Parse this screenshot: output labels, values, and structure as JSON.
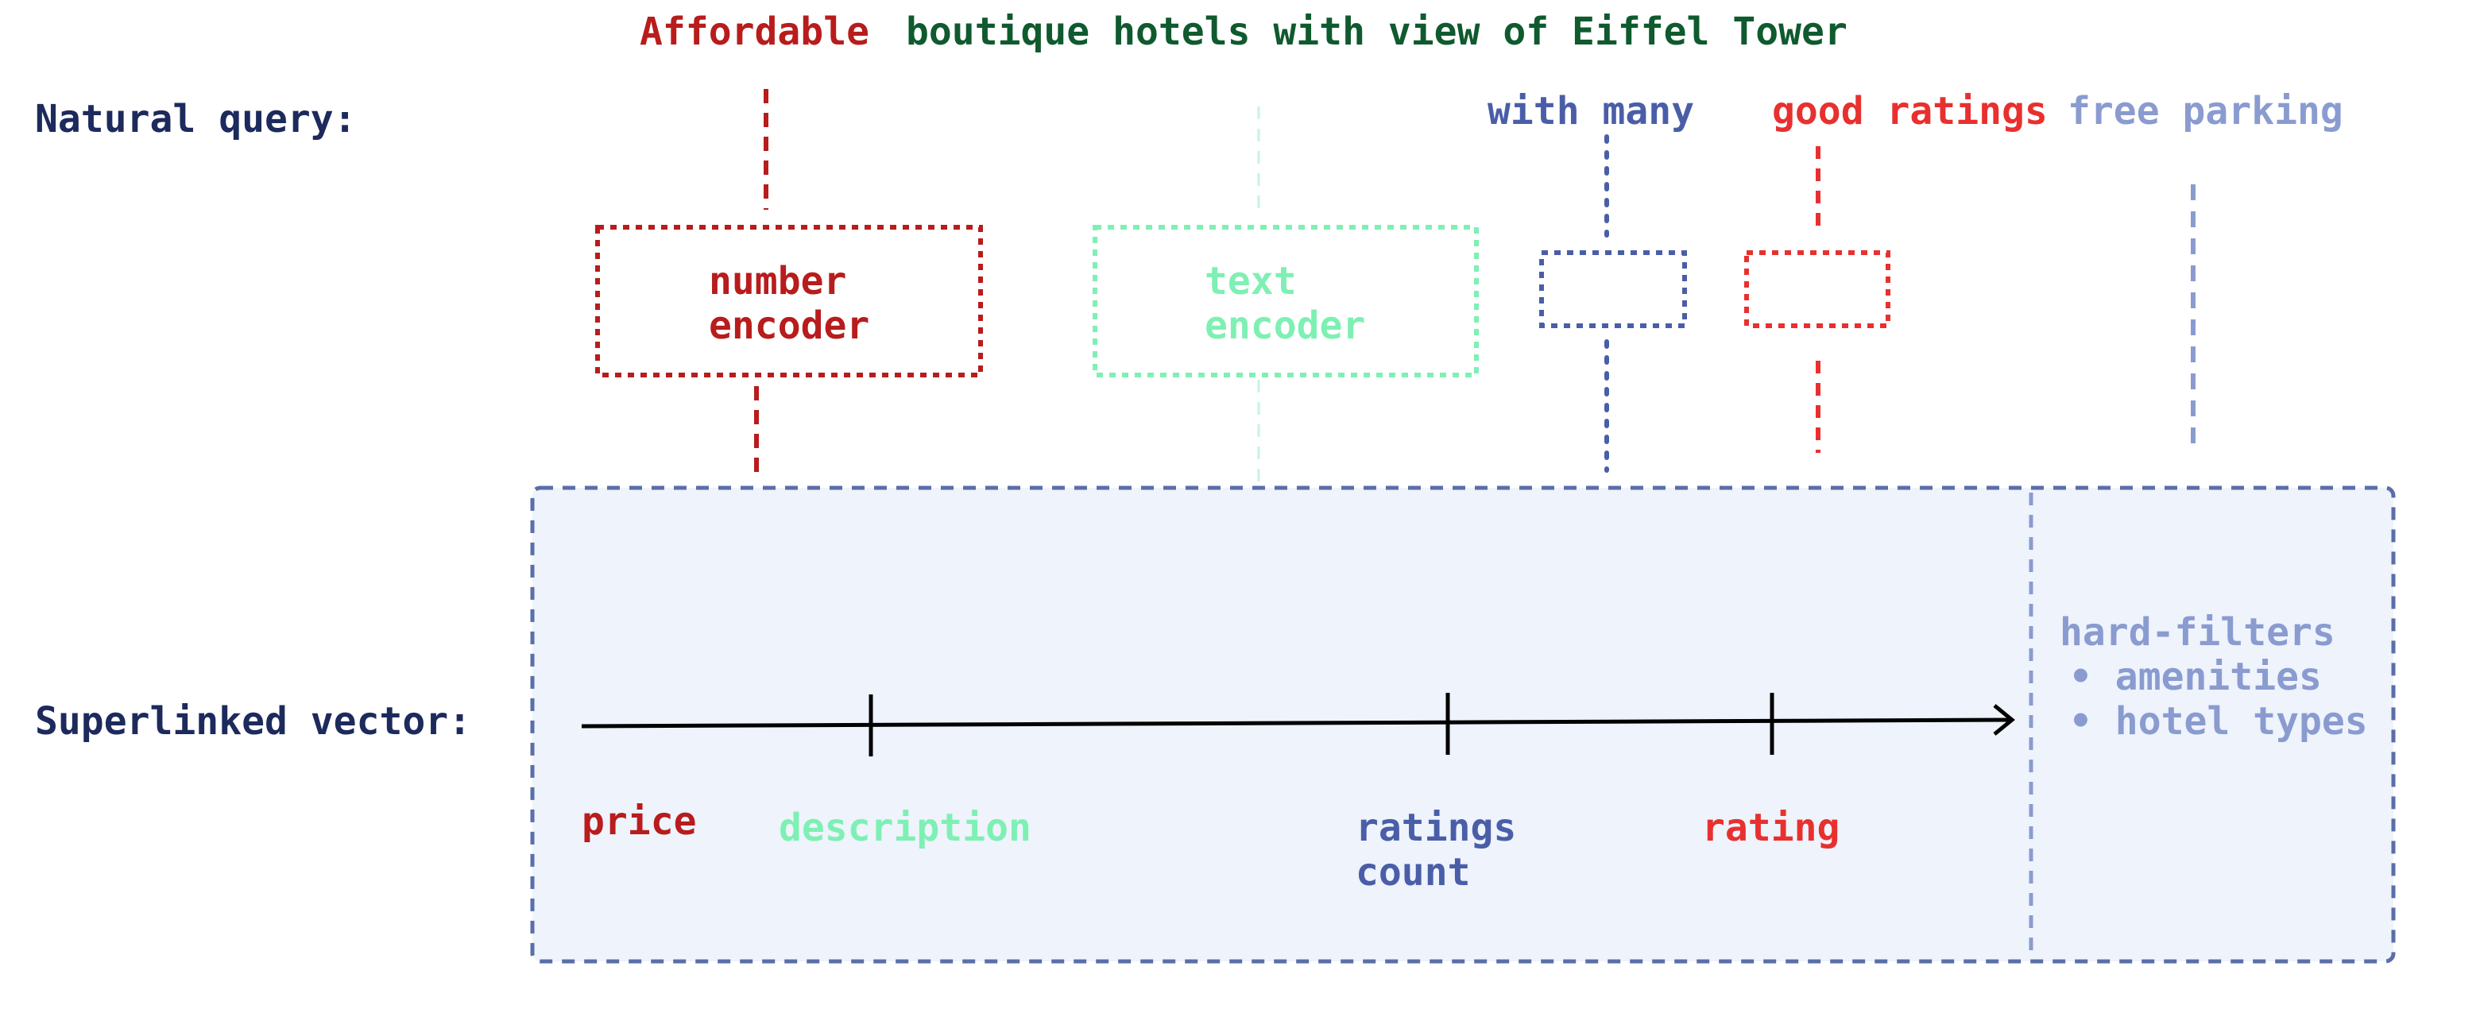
{
  "colors": {
    "navy": "#1c2a5c",
    "price_red": "#b81c1c",
    "dark_green": "#0f5a2e",
    "mint": "#7ef0b3",
    "blue": "#4a5ea8",
    "bright_red": "#e8302f",
    "light_blue": "#8a9bd0",
    "panel_fill": "#eef3fc",
    "panel_stroke": "#5a6ea8",
    "black": "#000000"
  },
  "labels": {
    "natural_query": "Natural query:",
    "superlinked_vector": "Superlinked vector:"
  },
  "query": {
    "affordable": "Affordable",
    "rest": "boutique hotels with view of Eiffel Tower",
    "with_many": "with many",
    "good_ratings": "good ratings",
    "free_parking": "free parking"
  },
  "encoders": {
    "number_line1": "number",
    "number_line2": "encoder",
    "text_line1": "text",
    "text_line2": "encoder"
  },
  "vector_segments": {
    "price": "price",
    "description": "description",
    "ratings_count_line1": "ratings",
    "ratings_count_line2": "count",
    "rating": "rating"
  },
  "hard_filters": {
    "title": "hard-filters",
    "items": [
      "• amenities",
      "• hotel types"
    ]
  }
}
